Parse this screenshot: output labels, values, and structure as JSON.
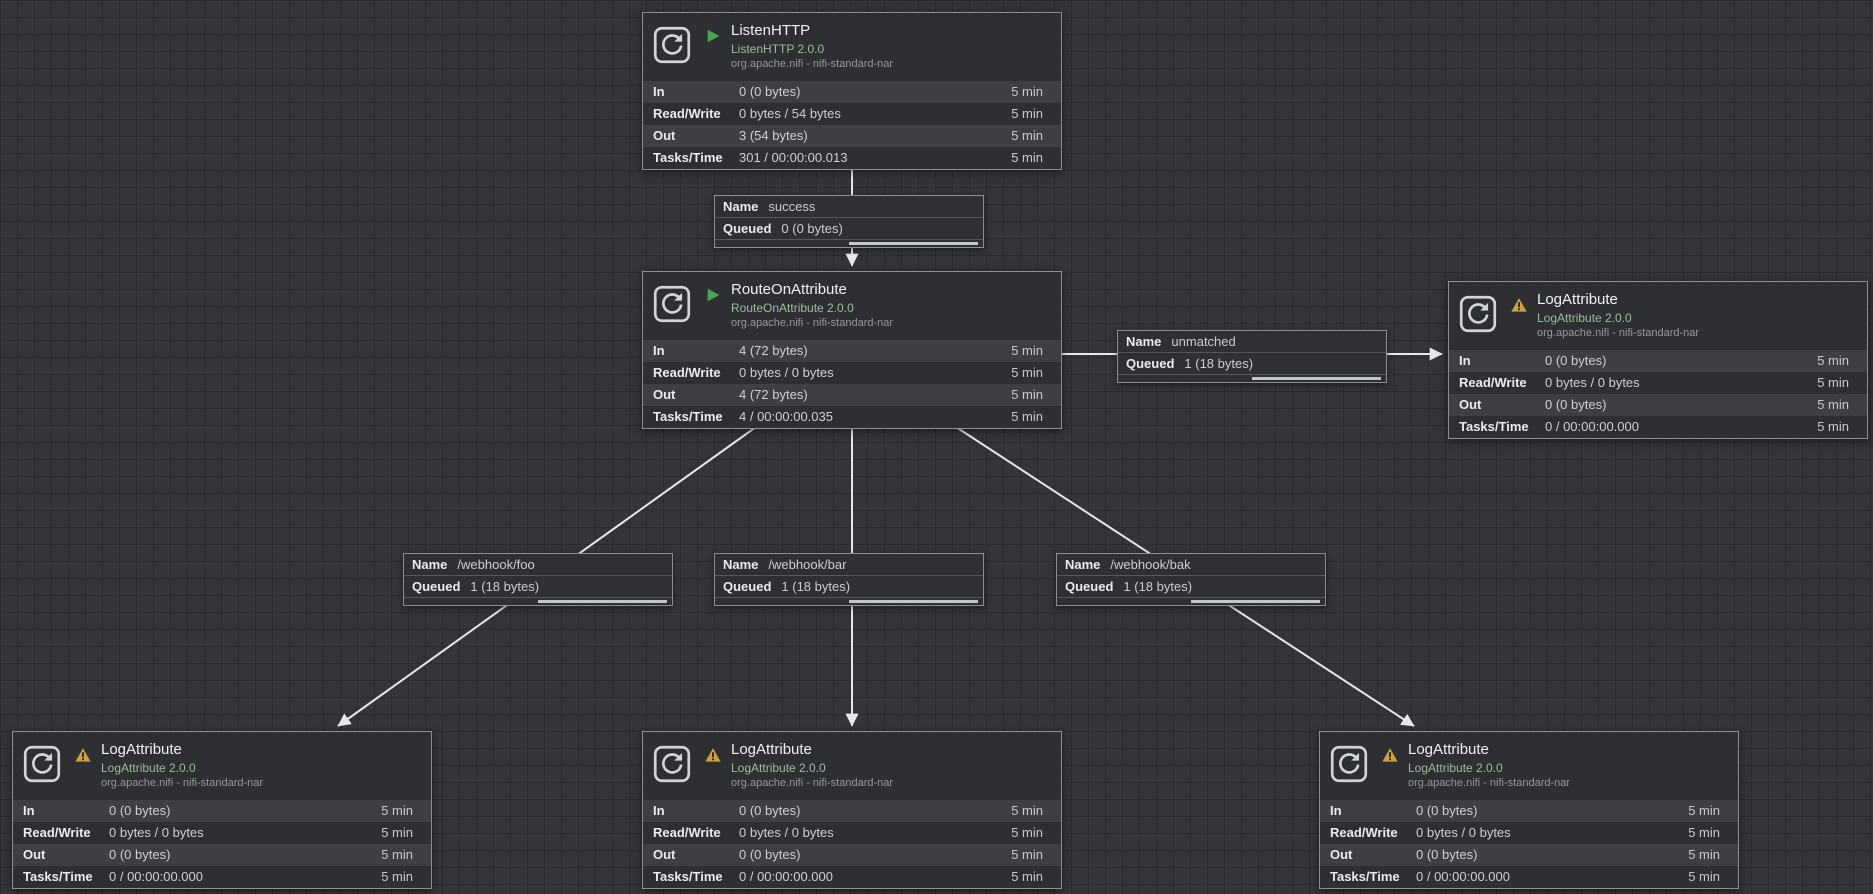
{
  "labels": {
    "name": "Name",
    "queued": "Queued",
    "in": "In",
    "read_write": "Read/Write",
    "out": "Out",
    "tasks_time": "Tasks/Time",
    "window": "5 min"
  },
  "icons": {
    "processor": "stamp-refresh-icon",
    "running": "play-triangle-icon",
    "warning": "warning-triangle-icon"
  },
  "colors": {
    "canvas_bg": "#333538",
    "grid_line": "#2a2c2e",
    "panel_bg": "#2d2f32",
    "panel_row_alt": "#3d3f42",
    "border": "#8d9093",
    "running_green": "#4ba34f",
    "warning_orange": "#cf9f44",
    "type_green": "#9fbc9f",
    "edge_white": "#e6e8ea"
  },
  "processors": [
    {
      "title": "ListenHTTP",
      "version": "ListenHTTP 2.0.0",
      "bundle": "org.apache.nifi - nifi-standard-nar",
      "status": "running",
      "stats": {
        "in": "0 (0 bytes)",
        "read_write": "0 bytes / 54 bytes",
        "out": "3 (54 bytes)",
        "tasks_time": "301 / 00:00:00.013"
      }
    },
    {
      "title": "RouteOnAttribute",
      "version": "RouteOnAttribute 2.0.0",
      "bundle": "org.apache.nifi - nifi-standard-nar",
      "status": "running",
      "stats": {
        "in": "4 (72 bytes)",
        "read_write": "0 bytes / 0 bytes",
        "out": "4 (72 bytes)",
        "tasks_time": "4 / 00:00:00.035"
      }
    },
    {
      "title": "LogAttribute",
      "version": "LogAttribute 2.0.0",
      "bundle": "org.apache.nifi - nifi-standard-nar",
      "status": "warning",
      "stats": {
        "in": "0 (0 bytes)",
        "read_write": "0 bytes / 0 bytes",
        "out": "0 (0 bytes)",
        "tasks_time": "0 / 00:00:00.000"
      }
    },
    {
      "title": "LogAttribute",
      "version": "LogAttribute 2.0.0",
      "bundle": "org.apache.nifi - nifi-standard-nar",
      "status": "warning",
      "stats": {
        "in": "0 (0 bytes)",
        "read_write": "0 bytes / 0 bytes",
        "out": "0 (0 bytes)",
        "tasks_time": "0 / 00:00:00.000"
      }
    },
    {
      "title": "LogAttribute",
      "version": "LogAttribute 2.0.0",
      "bundle": "org.apache.nifi - nifi-standard-nar",
      "status": "warning",
      "stats": {
        "in": "0 (0 bytes)",
        "read_write": "0 bytes / 0 bytes",
        "out": "0 (0 bytes)",
        "tasks_time": "0 / 00:00:00.000"
      }
    },
    {
      "title": "LogAttribute",
      "version": "LogAttribute 2.0.0",
      "bundle": "org.apache.nifi - nifi-standard-nar",
      "status": "warning",
      "stats": {
        "in": "0 (0 bytes)",
        "read_write": "0 bytes / 0 bytes",
        "out": "0 (0 bytes)",
        "tasks_time": "0 / 00:00:00.000"
      }
    }
  ],
  "connections": [
    {
      "name": "success",
      "queued": "0 (0 bytes)"
    },
    {
      "name": "unmatched",
      "queued": "1 (18 bytes)"
    },
    {
      "name": "/webhook/foo",
      "queued": "1 (18 bytes)"
    },
    {
      "name": "/webhook/bar",
      "queued": "1 (18 bytes)"
    },
    {
      "name": "/webhook/bak",
      "queued": "1 (18 bytes)"
    }
  ]
}
